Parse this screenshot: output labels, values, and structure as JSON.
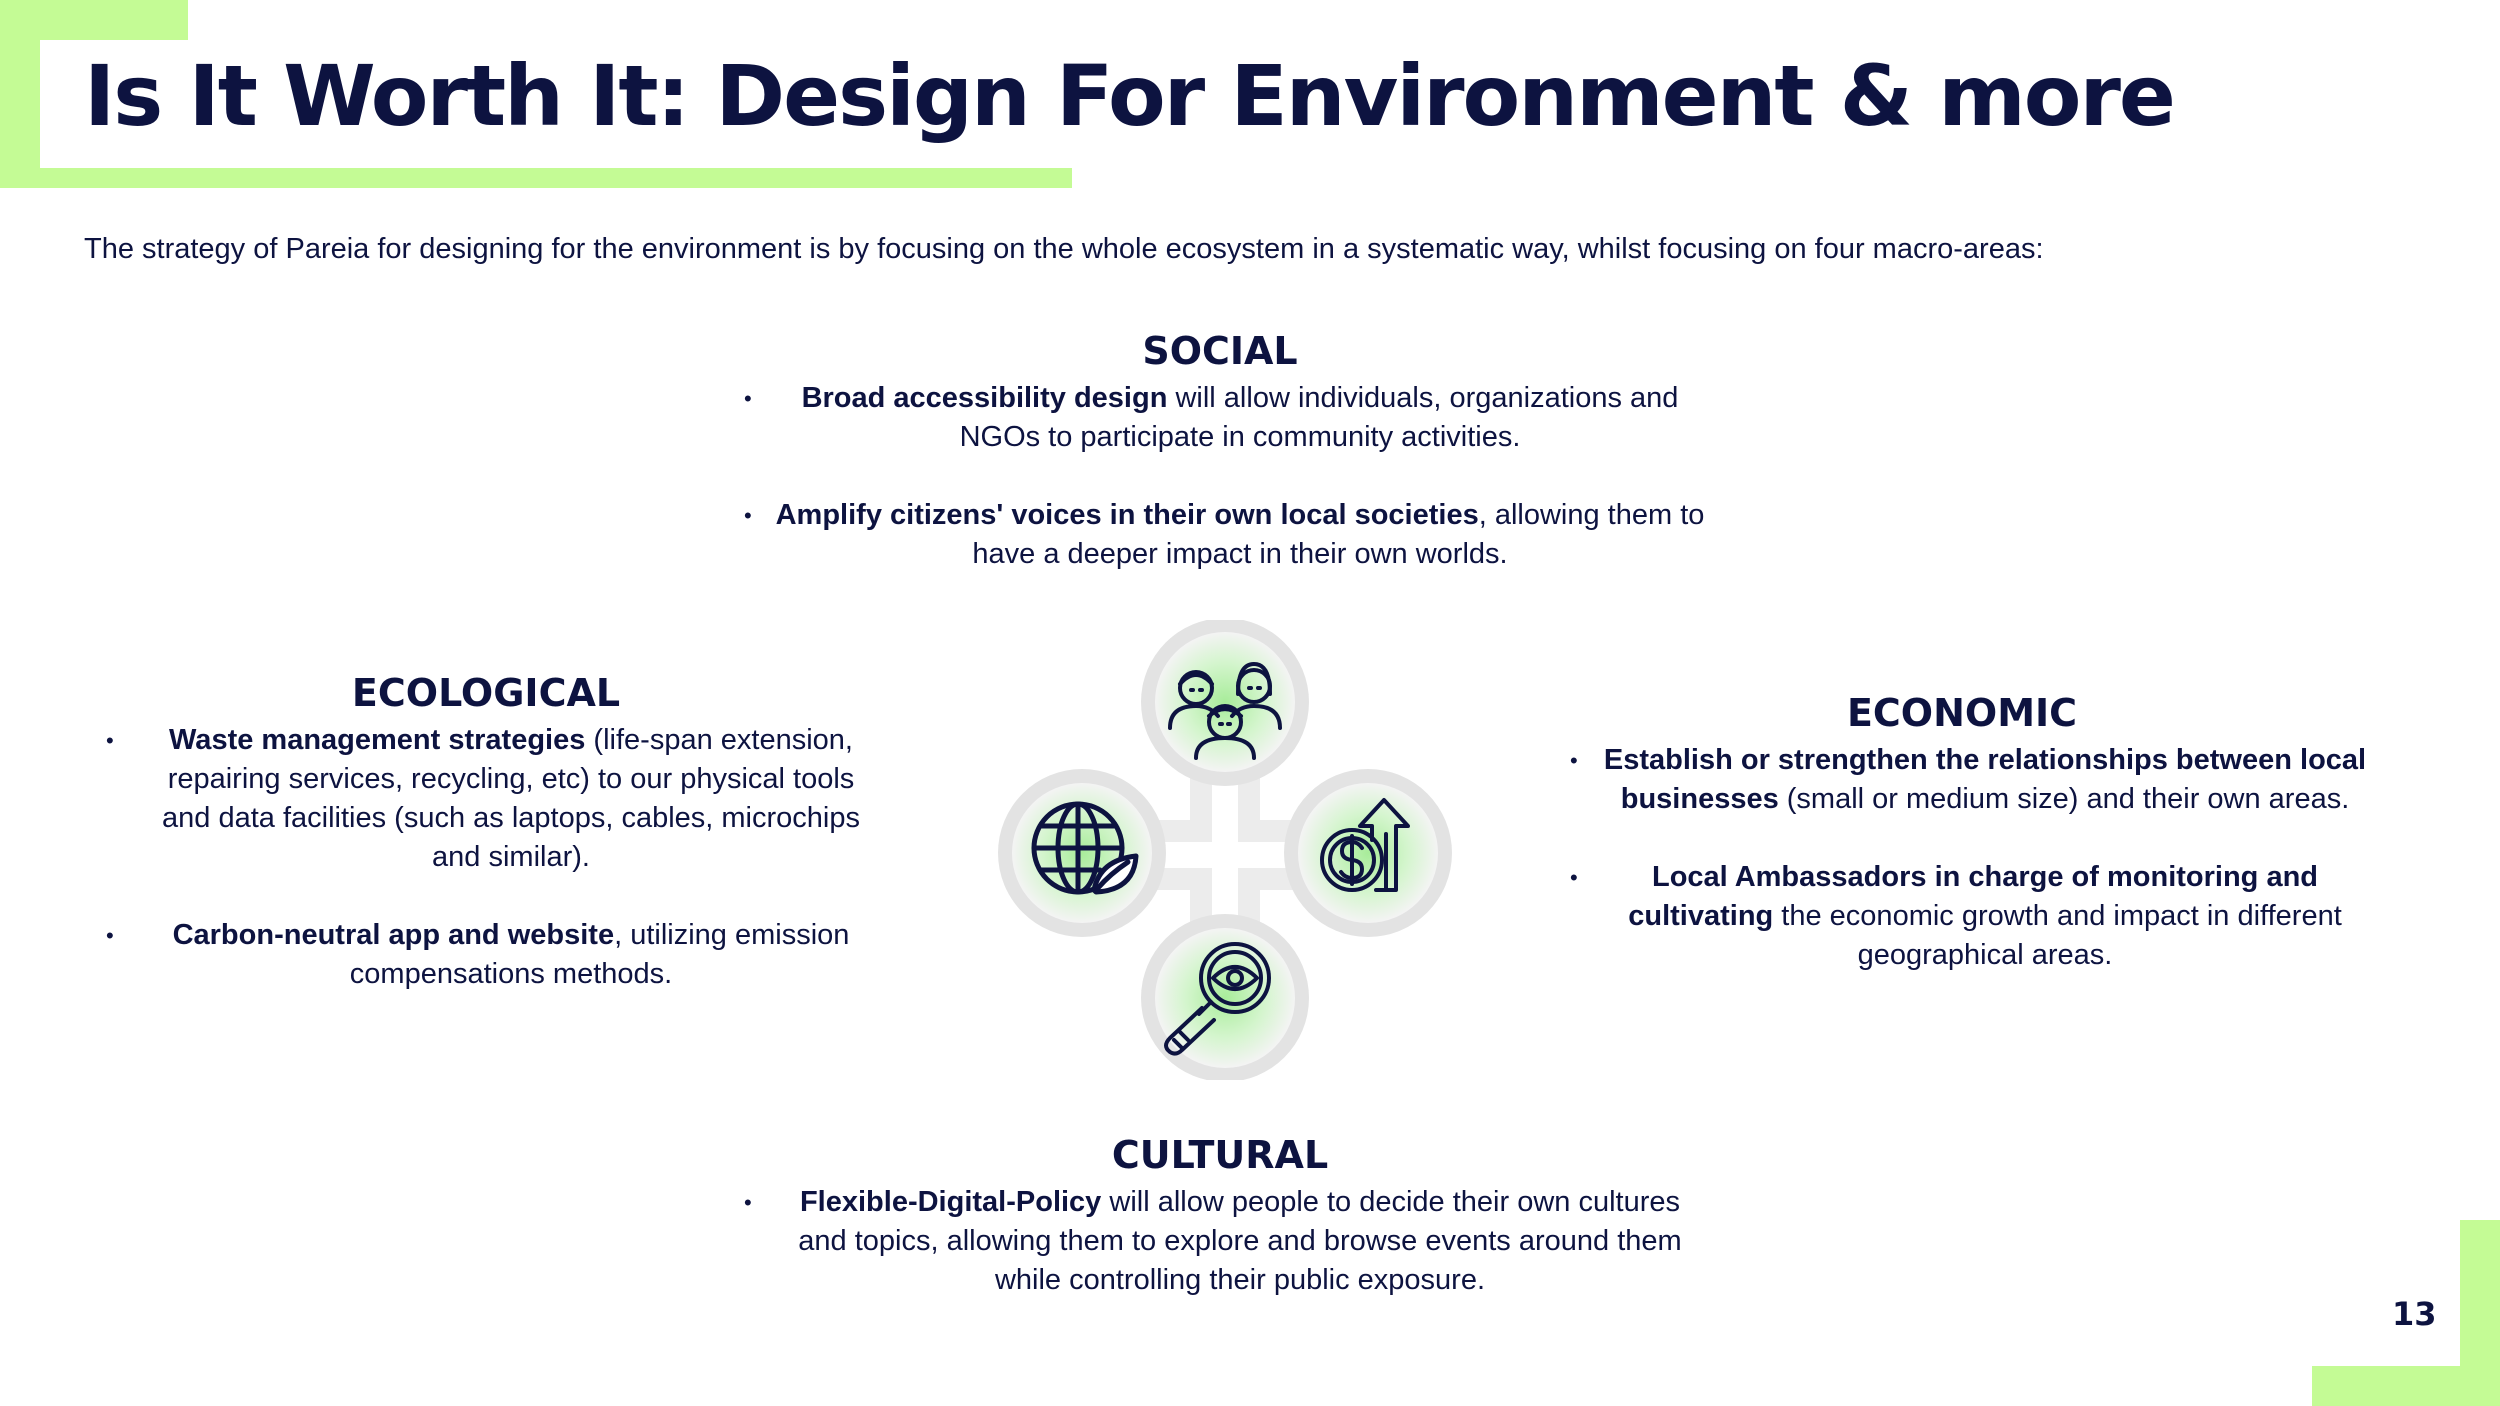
{
  "slide": {
    "title": "Is It Worth It: Design For Environment & more",
    "intro": "The strategy of Pareia for designing for the environment is by focusing on the whole ecosystem in a systematic way, whilst focusing  on four macro-areas:",
    "page_number": "13"
  },
  "social": {
    "heading": "SOCIAL",
    "items": [
      {
        "bold": "Broad accessibility design",
        "line1_rest": " will allow individuals, organizations and",
        "line2": "NGOs to participate in community activities."
      },
      {
        "bold": "Amplify citizens' voices in their own local societies",
        "line1_rest": ", allowing them to",
        "line2": "have a deeper impact in their own worlds."
      }
    ]
  },
  "ecological": {
    "heading": "ECOLOGICAL",
    "items": [
      {
        "bold": "Waste management strategies",
        "line1_rest": " (life-span extension,",
        "line2": "repairing services, recycling, etc) to our physical tools",
        "line3": "and data facilities (such as laptops, cables, microchips",
        "line4": "and similar)."
      },
      {
        "bold": "Carbon-neutral app and website",
        "line1_rest": ", utilizing emission",
        "line2": "compensations methods."
      }
    ]
  },
  "economic": {
    "heading": "ECONOMIC",
    "items": [
      {
        "bold1": "Establish or strengthen the relationships between local",
        "bold2": "businesses",
        "line2_rest": " (small or medium size)  and their own areas."
      },
      {
        "bold1": "Local Ambassadors in charge of monitoring and",
        "bold2": "cultivating",
        "line2_rest": " the economic growth and impact in different",
        "line3": "geographical areas."
      }
    ]
  },
  "cultural": {
    "heading": "CULTURAL",
    "items": [
      {
        "bold": "Flexible-Digital-Policy",
        "line1_rest": " will allow people to decide their own cultures",
        "line2": "and topics, allowing them to explore and browse events around them",
        "line3": "while controlling their public exposure."
      }
    ]
  },
  "diagram": {
    "icons": [
      "people-group-icon",
      "globe-leaf-icon",
      "dollar-growth-icon",
      "magnifier-eye-icon"
    ]
  },
  "colors": {
    "accent": "#c4fb95",
    "text": "#0d1340",
    "circle_ring": "#e6e6e6",
    "circle_glow": "#bff0b4"
  }
}
